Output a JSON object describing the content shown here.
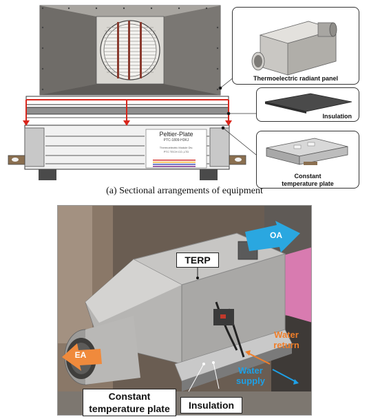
{
  "labels": {
    "terp_callout": "Thermoelectric radiant panel",
    "insulation_callout": "Insulation",
    "ctp_callout_line1": "Constant",
    "ctp_callout_line2": "temperature plate",
    "peltier_title": "Peltier-Plate",
    "peltier_model": "PTC-1809-H3KJ",
    "peltier_sub1": "Thermoelectric Module Div.",
    "peltier_sub2": "PTC TECH CO.,LTD",
    "caption_a": "(a) Sectional arrangements of equipment",
    "photo_terp": "TERP",
    "photo_oa": "OA",
    "photo_ea": "EA",
    "photo_water_return_1": "Water",
    "photo_water_return_2": "return",
    "photo_water_supply_1": "Water",
    "photo_water_supply_2": "supply",
    "photo_ctp_1": "Constant",
    "photo_ctp_2": "temperature plate",
    "photo_insulation": "Insulation"
  },
  "colors": {
    "arrow_red": "#d9261c",
    "oa_blue": "#2aa7e0",
    "ea_orange": "#f08a3c",
    "water_return": "#f07f2a",
    "water_supply": "#1ea0e6"
  }
}
